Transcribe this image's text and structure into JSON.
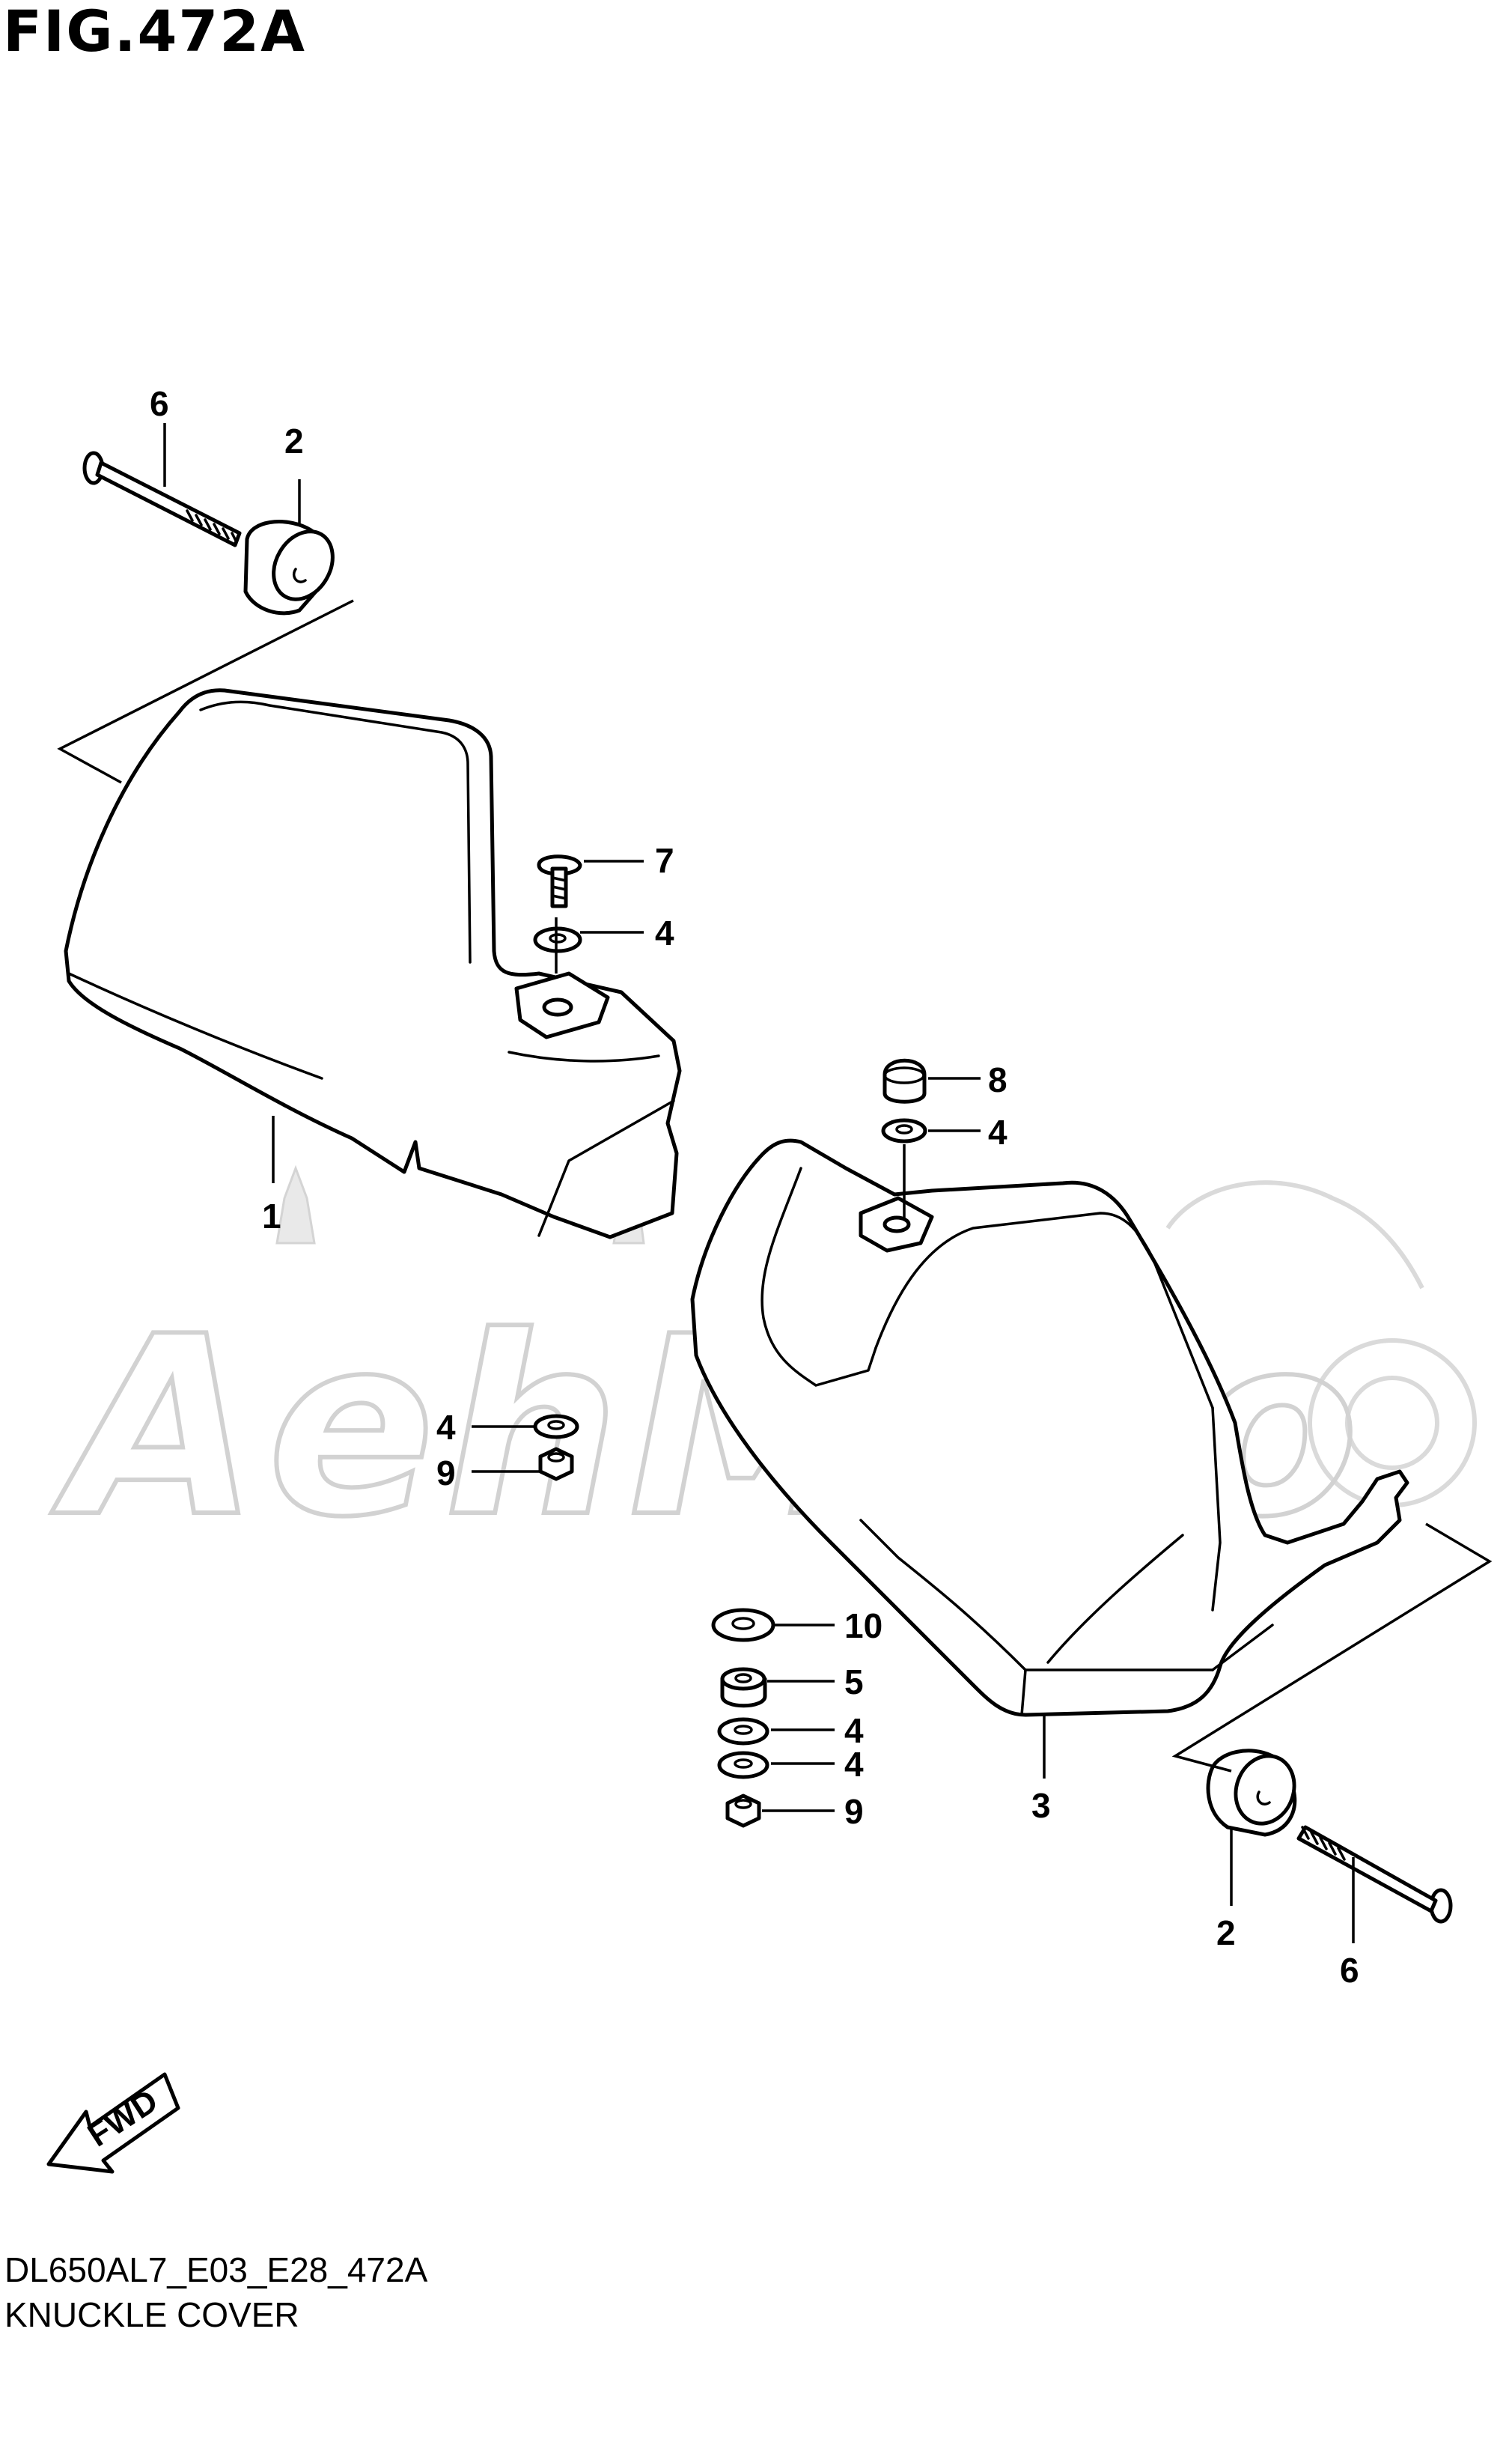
{
  "figure": {
    "title": "FIG.472A",
    "drawing_code": "DL650AL7_E03_E28_472A",
    "caption": "KNUCKLE COVER"
  },
  "callouts": {
    "part1": "1",
    "part3": "3",
    "part2_top": "2",
    "part2_bottom": "2",
    "part6_top": "6",
    "part6_bottom": "6",
    "part7": "7",
    "part4_upper": "4",
    "part8": "8",
    "part4_right": "4",
    "part4_left": "4",
    "part9_left": "9",
    "part10": "10",
    "part5": "5",
    "part4_stack_a": "4",
    "part4_stack_b": "4",
    "part9_stack": "9"
  },
  "fwd_arrow": {
    "label": "FWD"
  },
  "watermark": {
    "text": "AehMoto"
  }
}
